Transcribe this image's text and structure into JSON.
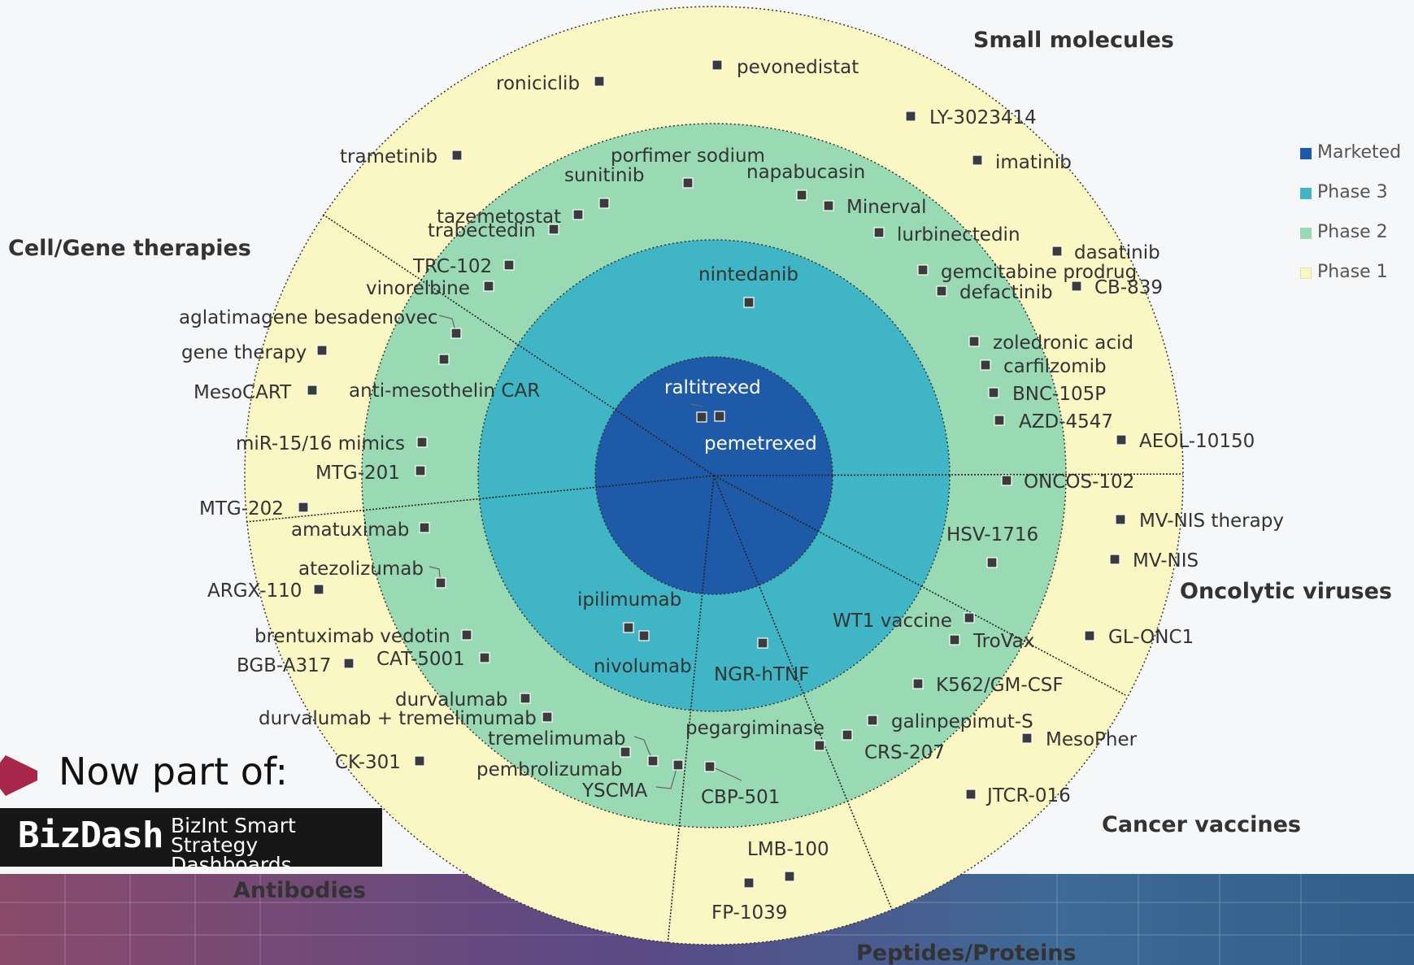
{
  "legend": [
    {
      "label": "Marketed",
      "color": "#1f5aa8"
    },
    {
      "label": "Phase 3",
      "color": "#3fb5c6"
    },
    {
      "label": "Phase 2",
      "color": "#99d9b4"
    },
    {
      "label": "Phase 1",
      "color": "#fbf7c4"
    }
  ],
  "categories": {
    "small_molecules": "Small molecules",
    "cell_gene_therapies": "Cell/Gene therapies",
    "oncolytic_viruses": "Oncolytic viruses",
    "cancer_vaccines": "Cancer vaccines",
    "antibodies": "Antibodies",
    "peptides_proteins": "Peptides/Proteins"
  },
  "drugs": {
    "marketed": [
      "raltitrexed",
      "pemetrexed"
    ],
    "phase3": [
      "nintedanib",
      "ipilimumab",
      "nivolumab",
      "NGR-hTNF"
    ],
    "phase2": [
      "porfimer sodium",
      "sunitinib",
      "napabucasin",
      "Minerval",
      "tazemetostat",
      "trabectedin",
      "lurbinectedin",
      "TRC-102",
      "vinorelbine",
      "gemcitabine prodrug",
      "defactinib",
      "zoledronic acid",
      "carfilzomib",
      "BNC-105P",
      "AZD-4547",
      "aglatimagene besadenovec",
      "anti-mesothelin CAR",
      "miR-15/16 mimics",
      "MTG-201",
      "amatuximab",
      "atezolizumab",
      "brentuximab vedotin",
      "CAT-5001",
      "durvalumab",
      "durvalumab + tremelimumab",
      "tremelimumab",
      "pembrolizumab",
      "YSCMA",
      "CBP-501",
      "pegargiminase",
      "galinpepimut-S",
      "CRS-207",
      "K562/GM-CSF",
      "WT1 vaccine",
      "TroVax",
      "HSV-1716",
      "ONCOS-102"
    ],
    "phase1": [
      "pevonedistat",
      "roniciclib",
      "LY-3023414",
      "trametinib",
      "imatinib",
      "dasatinib",
      "CB-839",
      "gene therapy",
      "MesoCART",
      "MTG-202",
      "ARGX-110",
      "BGB-A317",
      "CK-301",
      "AEOL-10150",
      "MV-NIS therapy",
      "MV-NIS",
      "GL-ONC1",
      "MesoPher",
      "JTCR-016",
      "LMB-100",
      "FP-1039"
    ]
  },
  "banner": {
    "now_part_of": "Now part of:",
    "logo_main": "BizDash",
    "logo_sub": "BizInt Smart Strategy Dashboards"
  }
}
